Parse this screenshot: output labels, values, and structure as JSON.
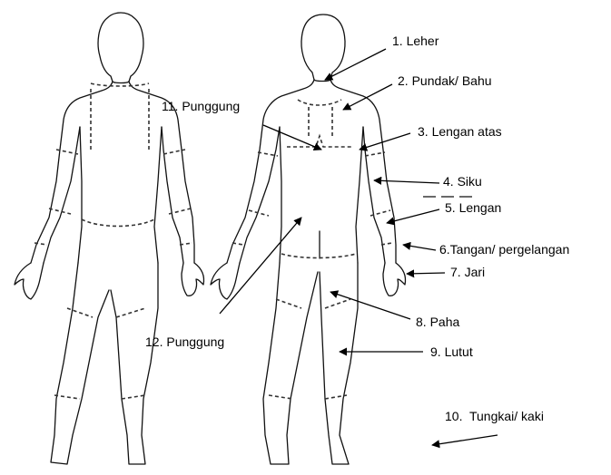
{
  "labels": {
    "l1": "1. Leher",
    "l2": "2. Pundak/ Bahu",
    "l3": "3. Lengan atas",
    "l4": "4. Siku",
    "l5": "5. Lengan",
    "l6": "6.Tangan/ pergelangan",
    "l7": "7. Jari",
    "l8": "8. Paha",
    "l9": "9. Lutut",
    "l10": "10.  Tungkai/ kaki",
    "l11": "11. Punggung",
    "l12": "12. Punggung"
  }
}
